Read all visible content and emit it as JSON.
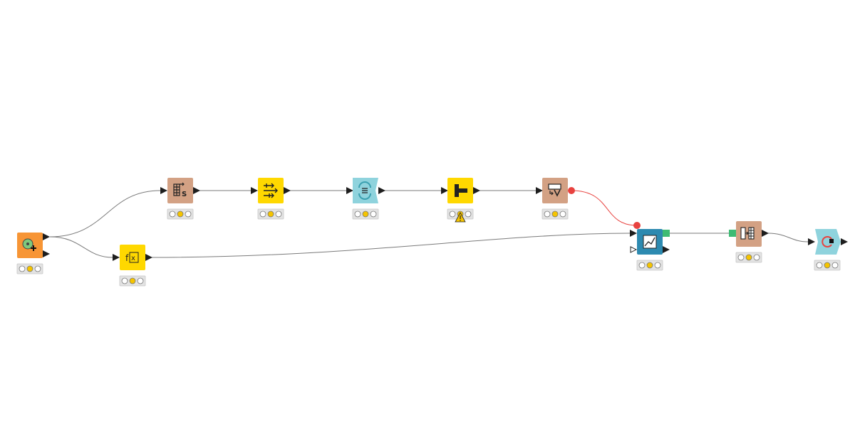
{
  "workflow": {
    "colors": {
      "connection": "#7a7a7a",
      "connection_selected": "#e8423f",
      "port_arrow": "#1e1e1e",
      "flow_var_port": "#e8423f",
      "model_port": "#3dbb74",
      "status_bg": "#e3e3e3",
      "status_yellow": "#f5c400",
      "warning": "#f5c400"
    },
    "nodes": [
      {
        "id": "n1",
        "name": "node-creator-orange",
        "category": "source",
        "color": "#f79535",
        "icon": "circle-plus-icon",
        "status": "configured"
      },
      {
        "id": "n2",
        "name": "node-column-filter",
        "category": "manipulator",
        "color": "#d3a184",
        "icon": "table-s-icon",
        "status": "configured"
      },
      {
        "id": "n3",
        "name": "node-yellow-transform",
        "category": "manipulator",
        "color": "#ffd800",
        "icon": "arrows-right-icon",
        "status": "configured"
      },
      {
        "id": "n4",
        "name": "node-loop-start",
        "category": "loop",
        "color": "#8fd3dd",
        "icon": "loop-list-icon",
        "status": "configured"
      },
      {
        "id": "n5",
        "name": "node-yellow-splitter",
        "category": "manipulator",
        "color": "#ffd800",
        "icon": "splitter-icon",
        "status": "warning"
      },
      {
        "id": "n6",
        "name": "node-table-to-variable",
        "category": "manipulator",
        "color": "#d3a184",
        "icon": "table-variable-icon",
        "status": "configured"
      },
      {
        "id": "n7",
        "name": "node-math-formula",
        "category": "manipulator",
        "color": "#ffd800",
        "icon": "function-icon",
        "status": "configured"
      },
      {
        "id": "n8",
        "name": "node-learner",
        "category": "learner",
        "color": "#2d8ab0",
        "icon": "chart-line-icon",
        "status": "configured"
      },
      {
        "id": "n9",
        "name": "node-predictor",
        "category": "predictor",
        "color": "#d3a184",
        "icon": "table-merge-icon",
        "status": "configured"
      },
      {
        "id": "n10",
        "name": "node-loop-end",
        "category": "loop",
        "color": "#8fd3dd",
        "icon": "loop-end-icon",
        "status": "configured"
      }
    ]
  }
}
